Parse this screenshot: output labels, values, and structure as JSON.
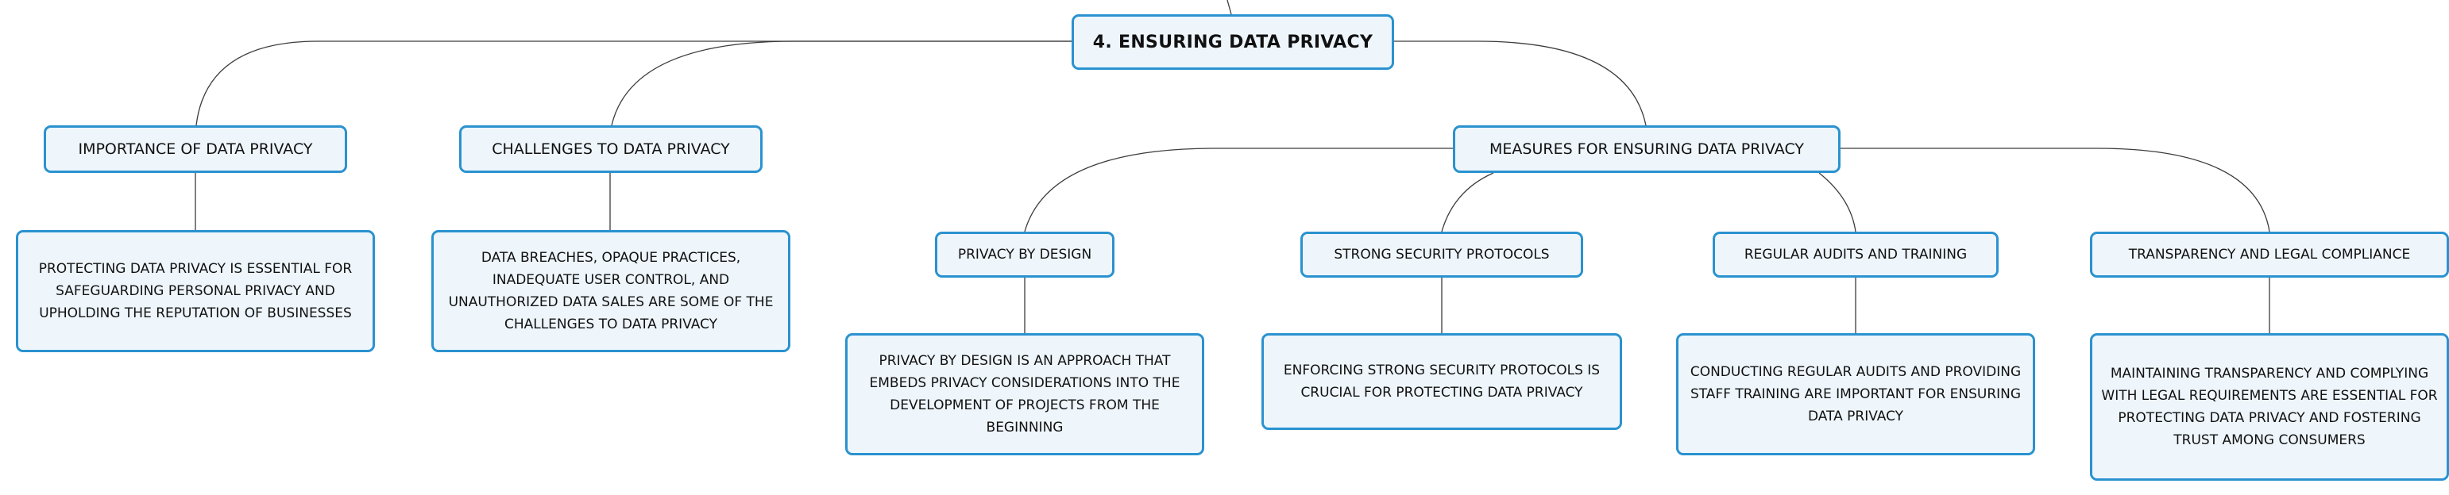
{
  "mindmap": {
    "root": {
      "label": "4. ENSURING DATA PRIVACY"
    },
    "branches": [
      {
        "label": "IMPORTANCE OF DATA PRIVACY",
        "detail": "PROTECTING DATA PRIVACY IS ESSENTIAL FOR SAFEGUARDING PERSONAL PRIVACY AND UPHOLDING THE REPUTATION OF BUSINESSES"
      },
      {
        "label": "CHALLENGES TO DATA PRIVACY",
        "detail": "DATA BREACHES, OPAQUE PRACTICES, INADEQUATE USER CONTROL, AND UNAUTHORIZED DATA SALES ARE SOME OF THE CHALLENGES TO DATA PRIVACY"
      },
      {
        "label": "MEASURES FOR ENSURING DATA PRIVACY",
        "children": [
          {
            "label": "PRIVACY BY DESIGN",
            "detail": "PRIVACY BY DESIGN IS AN APPROACH THAT EMBEDS PRIVACY CONSIDERATIONS INTO THE DEVELOPMENT OF PROJECTS FROM THE BEGINNING"
          },
          {
            "label": "STRONG SECURITY PROTOCOLS",
            "detail": "ENFORCING STRONG SECURITY PROTOCOLS IS CRUCIAL FOR PROTECTING DATA PRIVACY"
          },
          {
            "label": "REGULAR AUDITS AND TRAINING",
            "detail": "CONDUCTING REGULAR AUDITS AND PROVIDING STAFF TRAINING ARE IMPORTANT FOR ENSURING DATA PRIVACY"
          },
          {
            "label": "TRANSPARENCY AND LEGAL COMPLIANCE",
            "detail": "MAINTAINING TRANSPARENCY AND COMPLYING WITH LEGAL REQUIREMENTS ARE ESSENTIAL FOR PROTECTING DATA PRIVACY AND FOSTERING TRUST AMONG CONSUMERS"
          }
        ]
      }
    ]
  },
  "colors": {
    "node_border": "#2a92cf",
    "node_fill": "#eef6fc",
    "connector": "#3c3c3c"
  }
}
